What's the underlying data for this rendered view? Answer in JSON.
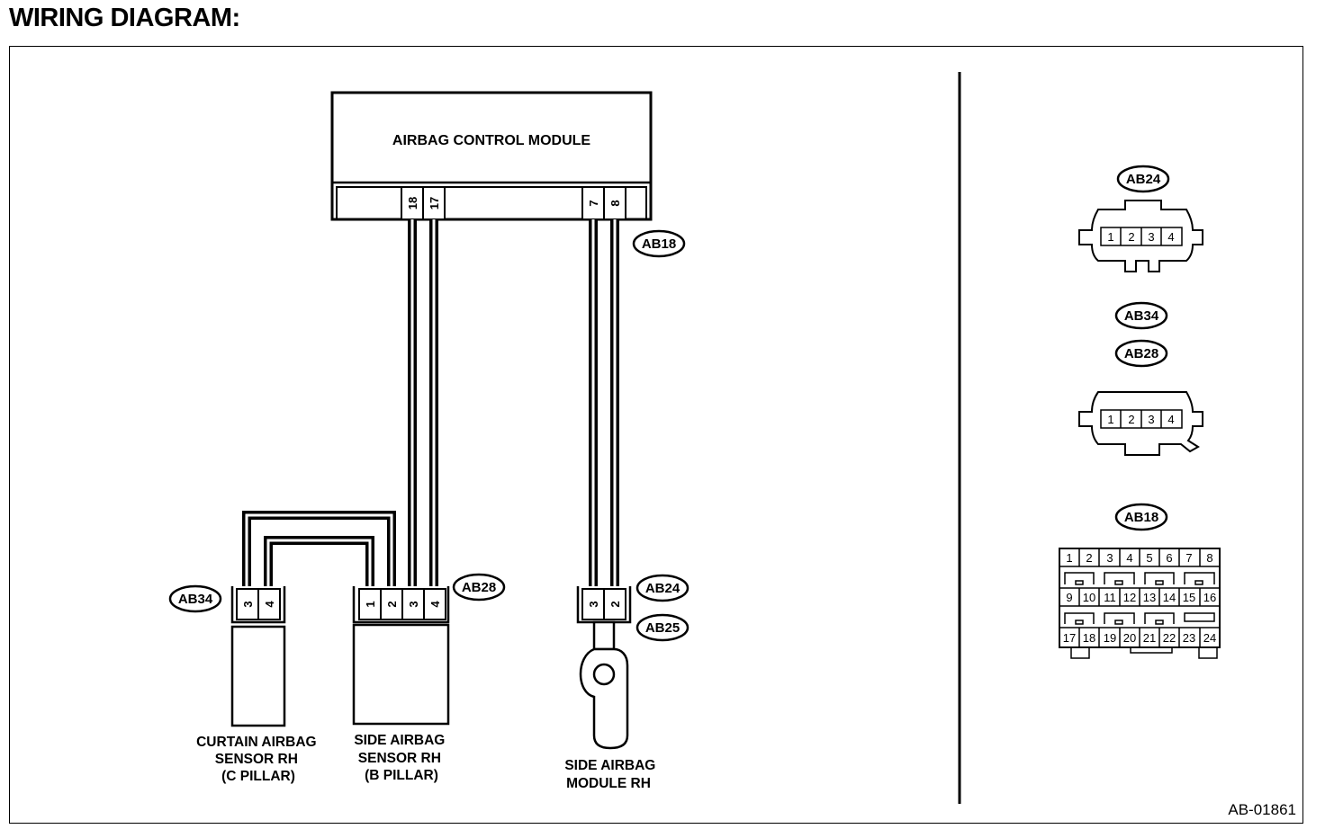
{
  "title": "WIRING DIAGRAM:",
  "diagram_id": "AB-01861",
  "module": {
    "label": "AIRBAG CONTROL MODULE",
    "pins": [
      "18",
      "17",
      "7",
      "8"
    ]
  },
  "connectors": {
    "ab18": "AB18",
    "ab24": "AB24",
    "ab25": "AB25",
    "ab28": "AB28",
    "ab34": "AB34"
  },
  "components": {
    "curtain_sensor": {
      "lines": [
        "CURTAIN AIRBAG",
        "SENSOR RH",
        "(C PILLAR)"
      ],
      "pins": [
        "3",
        "4"
      ]
    },
    "side_sensor": {
      "lines": [
        "SIDE AIRBAG",
        "SENSOR RH",
        "(B PILLAR)"
      ],
      "pins": [
        "1",
        "2",
        "3",
        "4"
      ]
    },
    "side_module": {
      "lines": [
        "SIDE AIRBAG",
        "MODULE RH"
      ],
      "pins": [
        "3",
        "2"
      ]
    }
  },
  "views": {
    "ab24": {
      "label": "AB24",
      "pins": [
        "1",
        "2",
        "3",
        "4"
      ]
    },
    "ab34": {
      "label": "AB34"
    },
    "ab28": {
      "label": "AB28",
      "pins": [
        "1",
        "2",
        "3",
        "4"
      ]
    },
    "ab18": {
      "label": "AB18",
      "pins": [
        "1",
        "2",
        "3",
        "4",
        "5",
        "6",
        "7",
        "8",
        "9",
        "10",
        "11",
        "12",
        "13",
        "14",
        "15",
        "16",
        "17",
        "18",
        "19",
        "20",
        "21",
        "22",
        "23",
        "24"
      ]
    }
  }
}
